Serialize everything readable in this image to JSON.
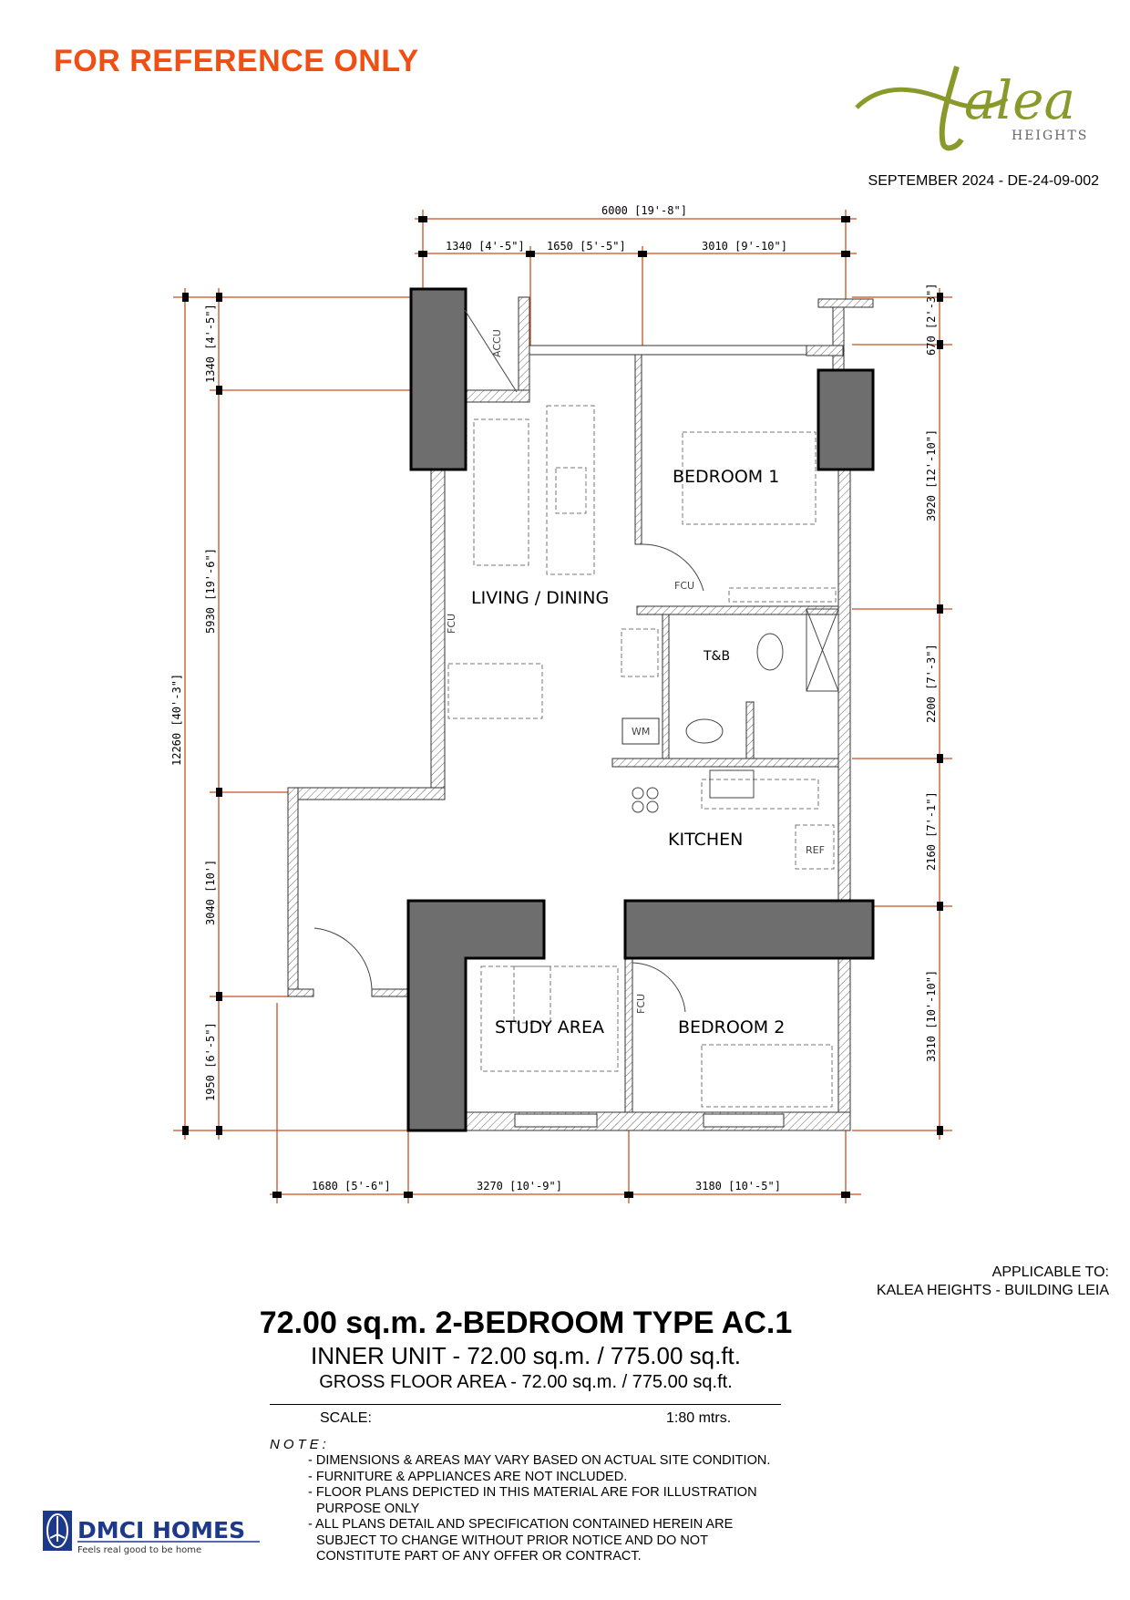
{
  "header": {
    "disclaimer": "FOR REFERENCE ONLY",
    "brand_logo": {
      "name": "Kalea",
      "sub": "HEIGHTS"
    },
    "date_ref": "SEPTEMBER 2024  -  DE-24-09-002"
  },
  "dimensions": {
    "top_total": "6000  [19'-8\"]",
    "top": [
      "1340  [4'-5\"]",
      "1650  [5'-5\"]",
      "3010  [9'-10\"]"
    ],
    "left_total": "12260  [40'-3\"]",
    "left": [
      "1340  [4'-5\"]",
      "5930  [19'-6\"]",
      "3040  [10']",
      "1950  [6'-5\"]"
    ],
    "right": [
      "670  [2'-3\"]",
      "3920  [12'-10\"]",
      "2200  [7'-3\"]",
      "2160  [7'-1\"]",
      "3310  [10'-10\"]"
    ],
    "bottom": [
      "1680  [5'-6\"]",
      "3270  [10'-9\"]",
      "3180  [10'-5\"]"
    ]
  },
  "rooms": {
    "bedroom1": "BEDROOM 1",
    "living": "LIVING / DINING",
    "tb": "T&B",
    "wm": "WM",
    "kitchen": "KITCHEN",
    "ref": "REF",
    "study": "STUDY AREA",
    "bedroom2": "BEDROOM 2",
    "accu": "ACCU",
    "fcu": "FCU"
  },
  "footer": {
    "applicable_label": "APPLICABLE TO:",
    "applicable_value": "KALEA HEIGHTS - BUILDING LEIA",
    "title": "72.00 sq.m. 2-BEDROOM TYPE AC.1",
    "inner_unit": "INNER UNIT - 72.00 sq.m. / 775.00 sq.ft.",
    "gross_area": "GROSS FLOOR AREA - 72.00 sq.m. / 775.00 sq.ft.",
    "scale_label": "SCALE:",
    "scale_value": "1:80 mtrs.",
    "note_label": "NOTE:",
    "notes": [
      "- DIMENSIONS & AREAS MAY VARY BASED ON ACTUAL SITE CONDITION.",
      "- FURNITURE & APPLIANCES ARE NOT INCLUDED.",
      "- FLOOR PLANS DEPICTED IN THIS MATERIAL ARE FOR ILLUSTRATION",
      "  PURPOSE ONLY",
      "- ALL PLANS DETAIL AND SPECIFICATION CONTAINED HEREIN ARE",
      "  SUBJECT TO CHANGE WITHOUT PRIOR NOTICE AND DO NOT",
      "  CONSTITUTE PART OF ANY OFFER OR CONTRACT."
    ],
    "developer_logo": {
      "name": "DMCI HOMES",
      "tagline": "Feels real good to be home"
    }
  },
  "colors": {
    "accent": "#f04e12",
    "dim_line": "#c8501e",
    "column": "#6e6e6e",
    "logo_green": "#8a9a2a",
    "dmci_blue": "#1d3a8a"
  }
}
